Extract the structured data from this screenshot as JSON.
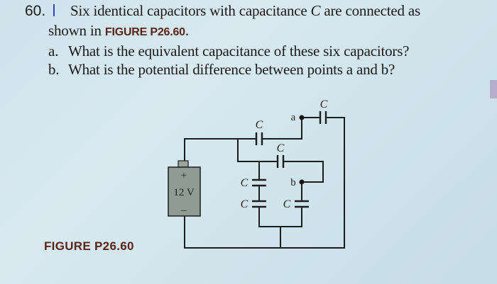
{
  "problem": {
    "number": "60.",
    "difficulty_marker": "|",
    "statement_line1_pre": "Six identical capacitors with capacitance ",
    "statement_var": "C",
    "statement_line1_post": " are connected as",
    "statement_line2_pre": "shown in ",
    "figure_ref": "FIGURE P26.60",
    "statement_line2_post": ".",
    "questions": [
      {
        "label": "a.",
        "text": "What is the equivalent capacitance of these six capacitors?"
      },
      {
        "label": "b.",
        "text": "What is the potential difference between points a and b?"
      }
    ]
  },
  "figure": {
    "caption": "FIGURE P26.60",
    "battery": {
      "voltage": "12 V",
      "plus": "+",
      "minus": "–"
    },
    "capacitor_label": "C",
    "node_a": "a",
    "node_b": "b",
    "colors": {
      "wire": "#1c1c1c",
      "battery_fill": "#8e9c93",
      "caption": "#5a2418",
      "marker": "#2443c8"
    }
  }
}
